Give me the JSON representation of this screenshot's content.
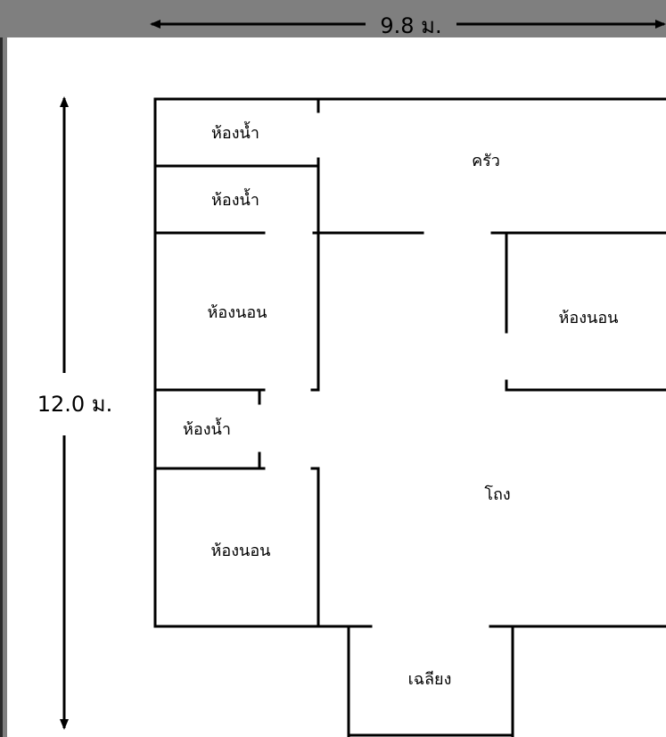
{
  "dimensions": {
    "width_label": "9.8 ม.",
    "height_label": "12.0 ม."
  },
  "rooms": {
    "bathroom_1": "ห้องน้ำ",
    "bathroom_2": "ห้องน้ำ",
    "bedroom_1": "ห้องนอน",
    "bathroom_3": "ห้องน้ำ",
    "bedroom_2": "ห้องนอน",
    "kitchen": "ครัว",
    "bedroom_3": "ห้องนอน",
    "hall": "โถง",
    "porch": "เฉลียง"
  },
  "colors": {
    "background": "#ffffff",
    "band": "#7f7f7f",
    "lines": "#000000"
  }
}
